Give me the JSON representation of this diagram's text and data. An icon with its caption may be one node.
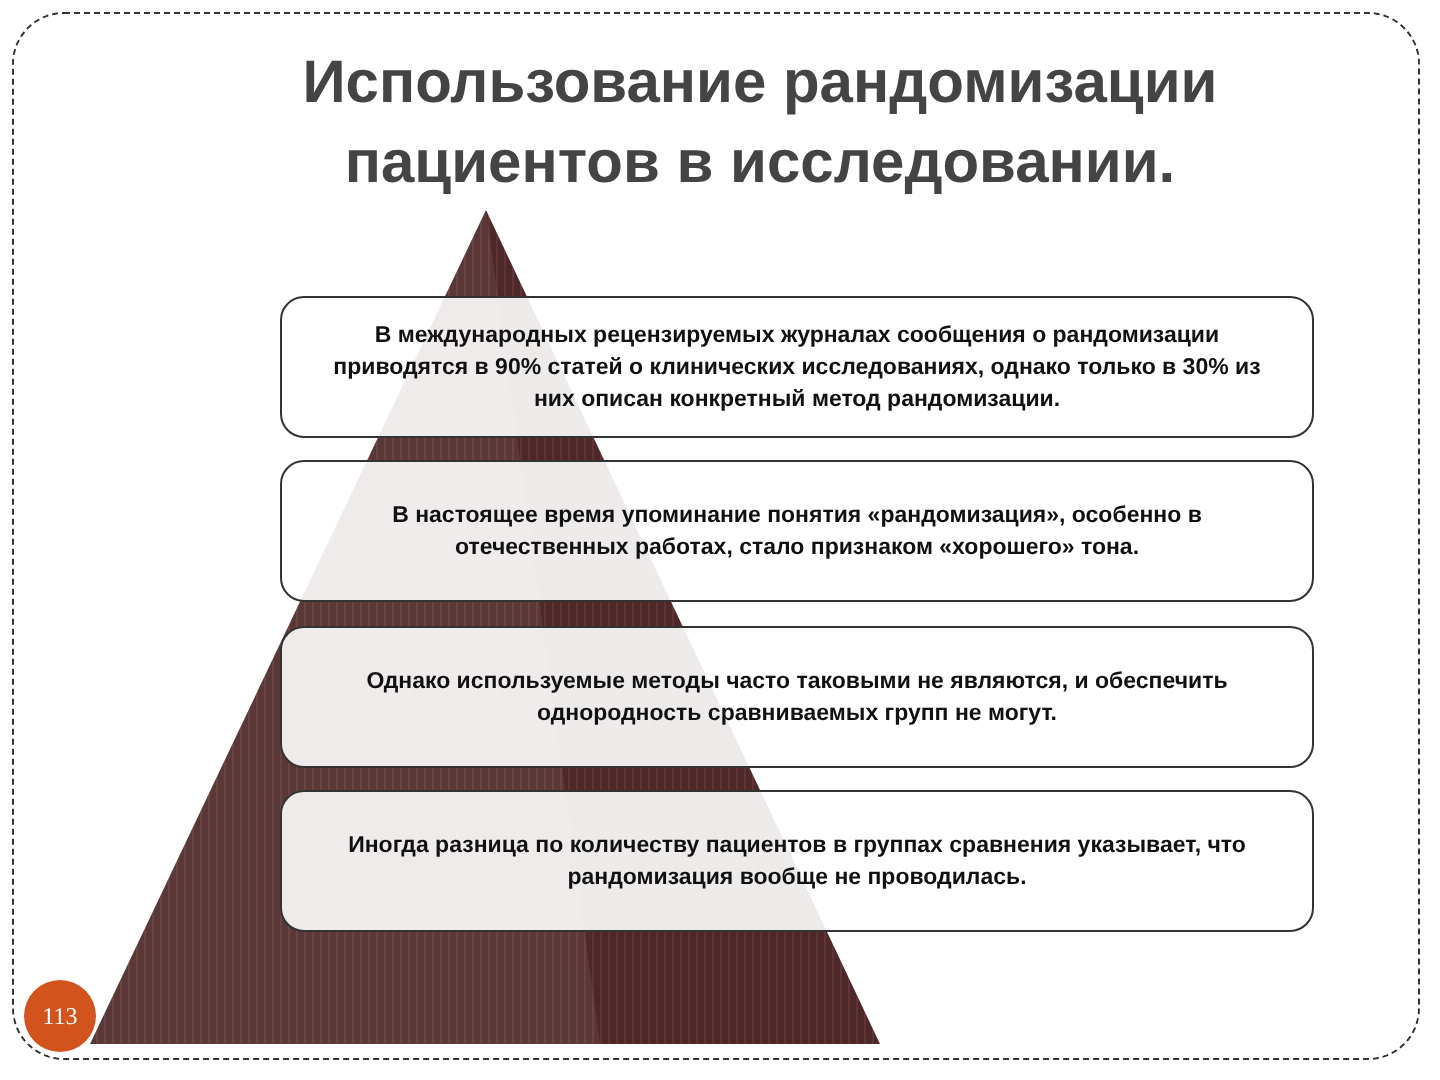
{
  "diagram": {
    "title": "Использование рандомизации пациентов в исследовании.",
    "nodes": [
      {
        "text": [
          "В международных рецензируемых журналах сообщения о рандомизации приводятся в 90% статей о клинических исследованиях, однако только в 30% из них описан конкретный метод рандомизации."
        ]
      },
      {
        "text": [
          "В настоящее время упоминание понятия «рандомизация», особенно в отечественных работах, стало признаком «хорошего» тона."
        ]
      },
      {
        "text": [
          "Однако используемые методы часто таковыми не являются, и обеспечить однородность сравниваемых групп не могут."
        ]
      },
      {
        "text": [
          "Иногда разница по количеству пациентов в группах сравнения указывает, что рандомизация вообще не проводилась."
        ]
      }
    ],
    "labels": [
      "113"
    ]
  }
}
